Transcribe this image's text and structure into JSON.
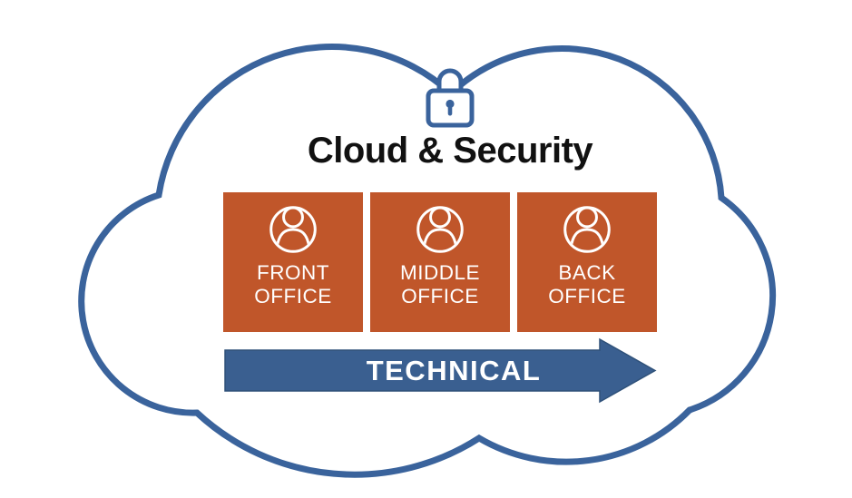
{
  "diagram": {
    "title": "Cloud & Security",
    "boxes": [
      {
        "lines": [
          "FRONT",
          "OFFICE"
        ]
      },
      {
        "lines": [
          "MIDDLE",
          "OFFICE"
        ]
      },
      {
        "lines": [
          "BACK",
          "OFFICE"
        ]
      }
    ],
    "arrow": {
      "label": "TECHNICAL"
    },
    "icons": {
      "padlock": "padlock-icon",
      "person": "person-in-circle-icon"
    },
    "colors": {
      "background": "#FFFFFF",
      "cloud_stroke": "#3A639C",
      "lock_stroke": "#3A639C",
      "arrow_fill": "#3A5F90",
      "arrow_stroke": "#2F5179",
      "box_fill": "#C0562A",
      "box_text": "#FFFFFF",
      "title_text": "#111111"
    }
  }
}
